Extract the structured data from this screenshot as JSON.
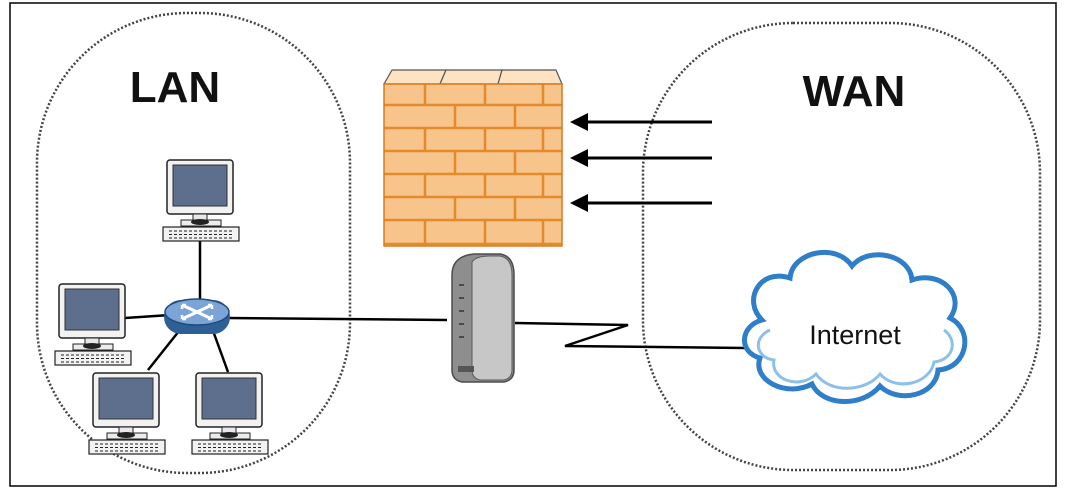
{
  "labels": {
    "lan": "LAN",
    "wan": "WAN",
    "internet": "Internet"
  },
  "icons": {
    "firewall": "brick-wall-firewall-icon",
    "router": "zyxel-router-device-icon",
    "switch": "network-hub-icon",
    "computer": "desktop-computer-icon",
    "cloud": "internet-cloud-icon"
  },
  "colors": {
    "brick_fill": "#f7c48c",
    "brick_shadow": "#e58a2b",
    "monitor_screen": "#5d6f8c",
    "hub_body": "#6a93c7",
    "cloud_outline": "#2f7ec9",
    "device_body": "#9c9c9c"
  }
}
